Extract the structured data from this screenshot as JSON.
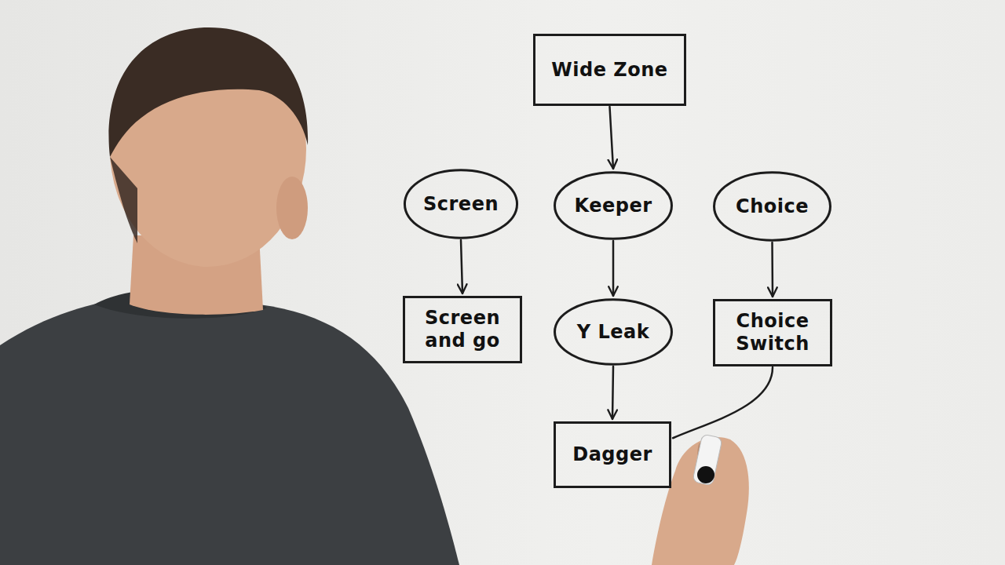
{
  "diagram": {
    "nodes": [
      {
        "text": [
          "Wide Zone"
        ]
      },
      {
        "text": [
          "Screen"
        ]
      },
      {
        "text": [
          "Keeper"
        ]
      },
      {
        "text": [
          "Choice"
        ]
      },
      {
        "text": [
          "Screen and go"
        ]
      },
      {
        "text": [
          "Y Leak"
        ]
      },
      {
        "text": [
          "Choice Switch"
        ]
      },
      {
        "text": [
          "Dagger"
        ]
      }
    ],
    "edges": [
      {
        "from": 0,
        "to": 2,
        "arrow": "to"
      },
      {
        "from": 1,
        "to": 4,
        "arrow": "to"
      },
      {
        "from": 2,
        "to": 5,
        "arrow": "to"
      },
      {
        "from": 3,
        "to": 6,
        "arrow": "to"
      },
      {
        "from": 5,
        "to": 7,
        "arrow": "to"
      },
      {
        "from": 6,
        "to": 7,
        "arrow": "none"
      }
    ]
  }
}
